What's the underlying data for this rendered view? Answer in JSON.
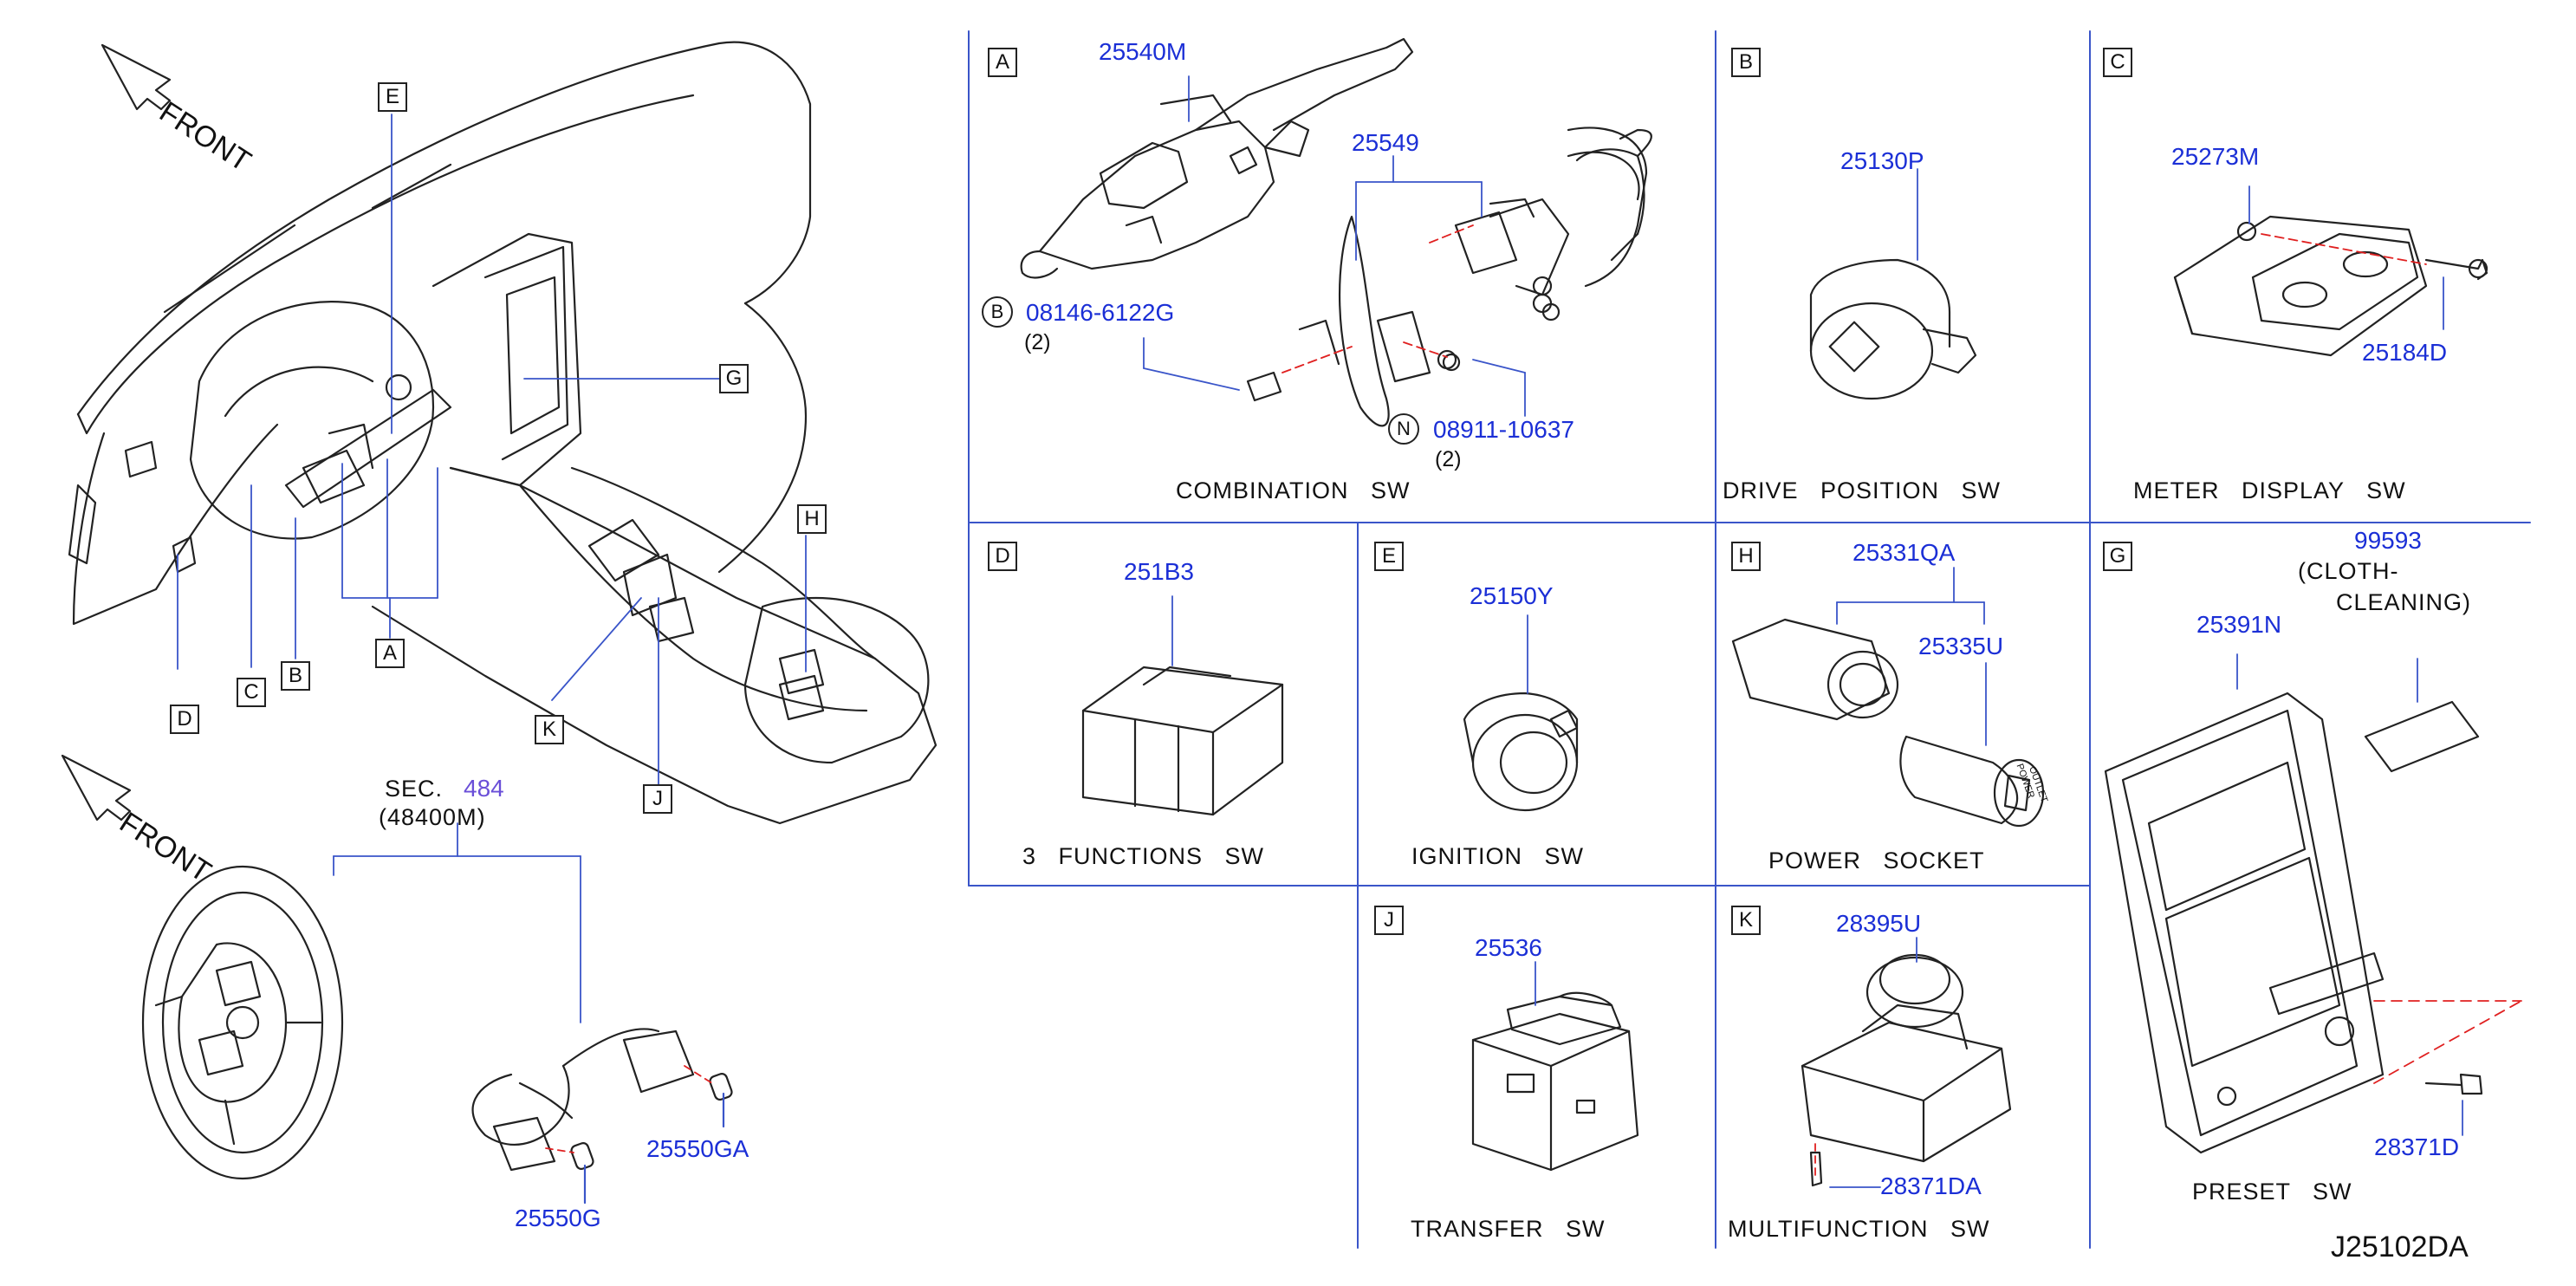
{
  "front_label": "FRONT",
  "callout_letters": {
    "A": "A",
    "B": "B",
    "C": "C",
    "D": "D",
    "E": "E",
    "G": "G",
    "H": "H",
    "J": "J",
    "K": "K",
    "N": "N"
  },
  "sec_ref": {
    "prefix": "SEC.",
    "number": "484",
    "part": "(48400M)"
  },
  "steering_parts": {
    "left": "25550G",
    "right": "25550GA"
  },
  "panels": {
    "A": {
      "letter": "A",
      "caption": "COMBINATION   SW",
      "parts": [
        "25540M",
        "25549",
        "08146-6122G",
        "08911-10637"
      ],
      "qty_b": "(2)",
      "qty_n": "(2)"
    },
    "B": {
      "letter": "B",
      "caption": "DRIVE   POSITION   SW",
      "part": "25130P"
    },
    "C": {
      "letter": "C",
      "caption": "METER   DISPLAY   SW",
      "parts": [
        "25273M",
        "25184D"
      ]
    },
    "D": {
      "letter": "D",
      "caption": "3   FUNCTIONS   SW",
      "part": "251B3"
    },
    "E": {
      "letter": "E",
      "caption": "IGNITION   SW",
      "part": "25150Y"
    },
    "H": {
      "letter": "H",
      "caption": "POWER   SOCKET",
      "parts": [
        "25331QA",
        "25335U"
      ],
      "cap_text": [
        "POWER",
        "OUTLET"
      ]
    },
    "G": {
      "letter": "G",
      "caption": "PRESET   SW",
      "parts": [
        "99593",
        "25391N",
        "28371D"
      ],
      "cloth_line1": "(CLOTH-",
      "cloth_line2": "CLEANING)"
    },
    "J": {
      "letter": "J",
      "caption": "TRANSFER   SW",
      "part": "25536"
    },
    "K": {
      "letter": "K",
      "caption": "MULTIFUNCTION   SW",
      "parts": [
        "28395U",
        "28371DA"
      ]
    }
  },
  "diagram_code": "J25102DA",
  "colors": {
    "part_number": "#1b2fd6",
    "sec_number": "#6a4fd8",
    "frame": "#3a55c9",
    "dash": "#e02020",
    "ink": "#222222"
  }
}
